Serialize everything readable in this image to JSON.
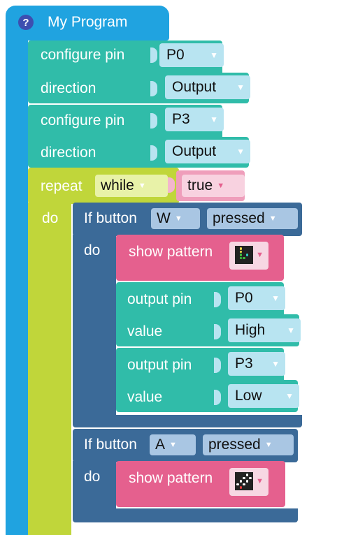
{
  "program": {
    "title": "My Program",
    "help_symbol": "?"
  },
  "configure_1": {
    "label": "configure pin",
    "pin": "P0",
    "direction_label": "direction",
    "direction": "Output"
  },
  "configure_2": {
    "label": "configure pin",
    "pin": "P3",
    "direction_label": "direction",
    "direction": "Output"
  },
  "repeat": {
    "label": "repeat",
    "mode": "while",
    "condition": "true",
    "do_label": "do"
  },
  "if_w": {
    "label": "If button",
    "button": "W",
    "state": "pressed",
    "do_label": "do",
    "show_pattern_label": "show pattern",
    "pattern_led_colors": [
      "#222222",
      "#f2e04b",
      "#3fc43f",
      "#2bd1c4"
    ],
    "output_1": {
      "label": "output pin",
      "pin": "P0",
      "value_label": "value",
      "value": "High"
    },
    "output_2": {
      "label": "output pin",
      "pin": "P3",
      "value_label": "value",
      "value": "Low"
    }
  },
  "if_a": {
    "label": "If button",
    "button": "A",
    "state": "pressed",
    "do_label": "do",
    "show_pattern_label": "show pattern",
    "pattern_led_colors": [
      "#222222",
      "#ffffff",
      "#e83a3a"
    ]
  },
  "colors": {
    "program": "#20a3e0",
    "pin_block": "#30bca9",
    "loop": "#c0d63a",
    "logic": "#3b6a98",
    "display": "#e5608e",
    "slot": "#b8e4f1"
  },
  "icons": [
    "help-icon",
    "dropdown-caret-icon",
    "led-pattern-icon"
  ]
}
